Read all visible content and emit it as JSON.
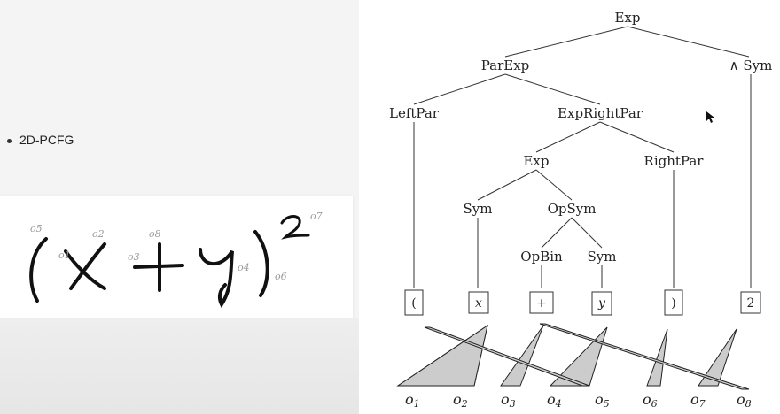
{
  "slide": {
    "bullet": "2D-PCFG"
  },
  "handwriting": {
    "stroke_labels": [
      "o5",
      "o2",
      "o1",
      "o8",
      "o3",
      "o4",
      "o6",
      "o7"
    ],
    "stroke_color": "#111111",
    "label_color": "#999999"
  },
  "tree": {
    "nodes": {
      "root": "Exp",
      "parexp": "ParExp",
      "caret_sym": "∧ Sym",
      "leftpar": "LeftPar",
      "exprightpar": "ExpRightPar",
      "exp2": "Exp",
      "rightpar": "RightPar",
      "sym1": "Sym",
      "opsym": "OpSym",
      "opbin": "OpBin",
      "sym2": "Sym"
    },
    "leaves": [
      "(",
      "x",
      "+",
      "y",
      ")",
      "2"
    ],
    "observations": [
      "o",
      "o",
      "o",
      "o",
      "o",
      "o",
      "o",
      "o"
    ],
    "observation_indices": [
      "1",
      "2",
      "3",
      "4",
      "5",
      "6",
      "7",
      "8"
    ],
    "triangle_fill": "#cccccc"
  }
}
